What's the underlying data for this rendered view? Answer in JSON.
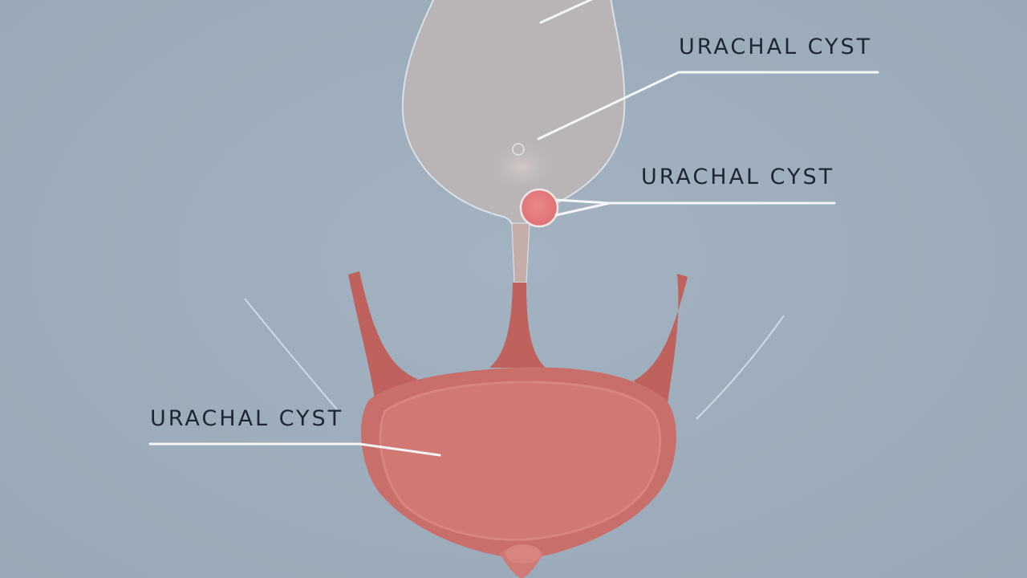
{
  "diagram": {
    "subject": "Urachus / urachal anomalies above urinary bladder",
    "colors": {
      "background": "#9eadbb",
      "allantois_sac": "#b9b5b6",
      "bladder": "#cc7570",
      "bladder_dark": "#b8605b",
      "cyst": "#e07a7a",
      "leader_line": "#f4f6f8",
      "label_text": "#1d2633"
    },
    "labels": [
      {
        "id": "label-1",
        "text": "URACHAL CYST",
        "points_to": "center of upper sac"
      },
      {
        "id": "label-2",
        "text": "URACHAL CYST",
        "points_to": "small red cyst on urachus"
      },
      {
        "id": "label-3",
        "text": "URACHAL CYST",
        "points_to": "bladder body"
      }
    ],
    "structures": [
      "upper-sac",
      "urachal-cyst",
      "urachus-stalk",
      "bladder",
      "left-umbilical-ligament",
      "right-umbilical-ligament",
      "median-urachal-ligament",
      "urethra-neck"
    ]
  }
}
